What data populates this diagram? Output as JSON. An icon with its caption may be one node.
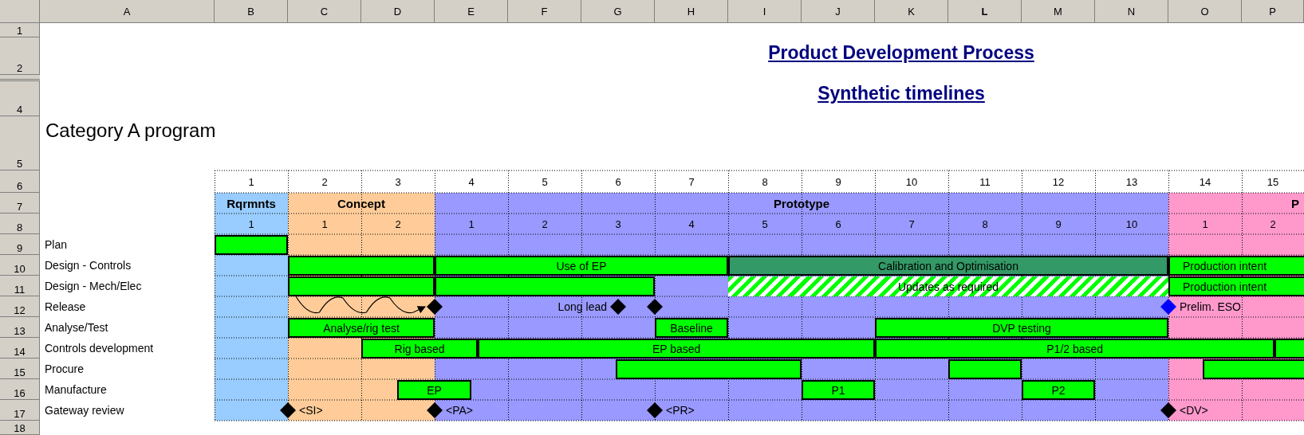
{
  "diagram": {
    "title": "Product Development Process",
    "nodes": [
      {
        "text": [],
        "shape": "bar"
      },
      {
        "text": [],
        "shape": "bar"
      },
      {
        "text": [
          "Use of EP"
        ]
      },
      {
        "text": [
          "Calibration and Optimisation"
        ]
      },
      {
        "text": [
          "Production intent"
        ]
      },
      {
        "text": [],
        "shape": "bar"
      },
      {
        "text": [],
        "shape": "bar"
      },
      {
        "text": [
          "Updates as required"
        ]
      },
      {
        "text": [
          "Production intent"
        ]
      },
      {
        "text": [],
        "shape": "diamond"
      },
      {
        "text": [],
        "shape": "diamond",
        "beside": [
          "Long lead"
        ]
      },
      {
        "text": [],
        "shape": "diamond"
      },
      {
        "text": [],
        "shape": "diamond",
        "beside": [
          "Prelim. ESO"
        ]
      },
      {
        "text": [
          "Analyse/rig test"
        ]
      },
      {
        "text": [
          "Baseline"
        ]
      },
      {
        "text": [
          "DVP testing"
        ]
      },
      {
        "text": [
          "Rig based"
        ]
      },
      {
        "text": [
          "EP based"
        ]
      },
      {
        "text": [
          "P1/2 based"
        ]
      },
      {
        "text": [],
        "shape": "bar"
      },
      {
        "text": [],
        "shape": "bar"
      },
      {
        "text": [],
        "shape": "bar"
      },
      {
        "text": [],
        "shape": "bar"
      },
      {
        "text": [
          "EP"
        ]
      },
      {
        "text": [
          "P1"
        ]
      },
      {
        "text": [
          "P2"
        ]
      },
      {
        "text": [],
        "shape": "diamond",
        "beside": [
          "<SI>"
        ]
      },
      {
        "text": [],
        "shape": "diamond",
        "beside": [
          "<PA>"
        ]
      },
      {
        "text": [],
        "shape": "diamond",
        "beside": [
          "<PR>"
        ]
      },
      {
        "text": [],
        "shape": "diamond",
        "beside": [
          "<DV>"
        ]
      }
    ],
    "edges": [
      {
        "from": 5,
        "to": 9,
        "arrow": "to"
      }
    ],
    "labels": [
      "A",
      "B",
      "C",
      "D",
      "E",
      "F",
      "G",
      "H",
      "I",
      "J",
      "K",
      "L",
      "M",
      "N",
      "O",
      "P",
      "1",
      "2",
      "4",
      "5",
      "6",
      "7",
      "8",
      "9",
      "10",
      "11",
      "12",
      "13",
      "14",
      "15",
      "16",
      "17",
      "18",
      "Synthetic timelines",
      "Category A program",
      "1",
      "2",
      "3",
      "4",
      "5",
      "6",
      "7",
      "8",
      "9",
      "10",
      "11",
      "12",
      "13",
      "14",
      "15",
      "Rqrmnts",
      "Concept",
      "Prototype",
      "P",
      "1",
      "1",
      "2",
      "1",
      "2",
      "3",
      "4",
      "5",
      "6",
      "7",
      "8",
      "9",
      "10",
      "1",
      "2",
      "Plan",
      "Design - Controls",
      "Design - Mech/Elec",
      "Release",
      "Analyse/Test",
      "Controls development",
      "Procure",
      "Manufacture",
      "Gateway review"
    ]
  }
}
